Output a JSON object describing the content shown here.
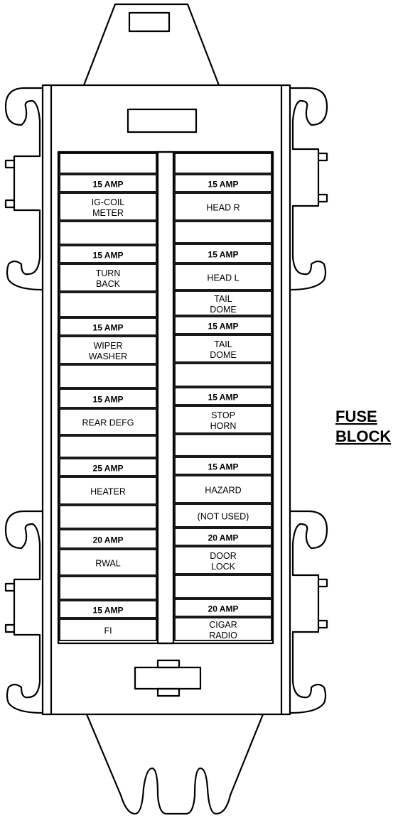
{
  "title": {
    "line1": "FUSE",
    "line2": "BLOCK"
  },
  "left_column": [
    {
      "amp": "",
      "label": []
    },
    {
      "amp": "15 AMP",
      "label": [
        "IG-COIL",
        "METER"
      ]
    },
    {
      "amp": "",
      "label": []
    },
    {
      "amp": "15 AMP",
      "label": [
        "TURN",
        "BACK"
      ]
    },
    {
      "amp": "",
      "label": []
    },
    {
      "amp": "15 AMP",
      "label": [
        "WIPER",
        "WASHER"
      ]
    },
    {
      "amp": "",
      "label": []
    },
    {
      "amp": "15 AMP",
      "label": [
        "REAR DEFG"
      ]
    },
    {
      "amp": "",
      "label": []
    },
    {
      "amp": "25 AMP",
      "label": [
        "HEATER"
      ]
    },
    {
      "amp": "",
      "label": []
    },
    {
      "amp": "20 AMP",
      "label": [
        "RWAL"
      ]
    },
    {
      "amp": "",
      "label": []
    },
    {
      "amp": "15 AMP",
      "label": [
        "FI"
      ]
    }
  ],
  "right_column": [
    {
      "amp": "",
      "label": []
    },
    {
      "amp": "15 AMP",
      "label": [
        "HEAD R"
      ]
    },
    {
      "amp": "",
      "label": []
    },
    {
      "amp": "15 AMP",
      "label": [
        "HEAD L"
      ]
    },
    {
      "amp": "",
      "label": [
        "TAIL",
        "DOME"
      ]
    },
    {
      "amp": "15 AMP",
      "label": [
        "TAIL",
        "DOME"
      ]
    },
    {
      "amp": "",
      "label": []
    },
    {
      "amp": "15 AMP",
      "label": [
        "STOP",
        "HORN"
      ]
    },
    {
      "amp": "",
      "label": []
    },
    {
      "amp": "15 AMP",
      "label": [
        "HAZARD"
      ]
    },
    {
      "amp": "",
      "label": [
        "(NOT USED)"
      ]
    },
    {
      "amp": "20 AMP",
      "label": [
        "DOOR",
        "LOCK"
      ]
    },
    {
      "amp": "",
      "label": []
    },
    {
      "amp": "20 AMP",
      "label": [
        "CIGAR",
        "RADIO"
      ]
    }
  ]
}
